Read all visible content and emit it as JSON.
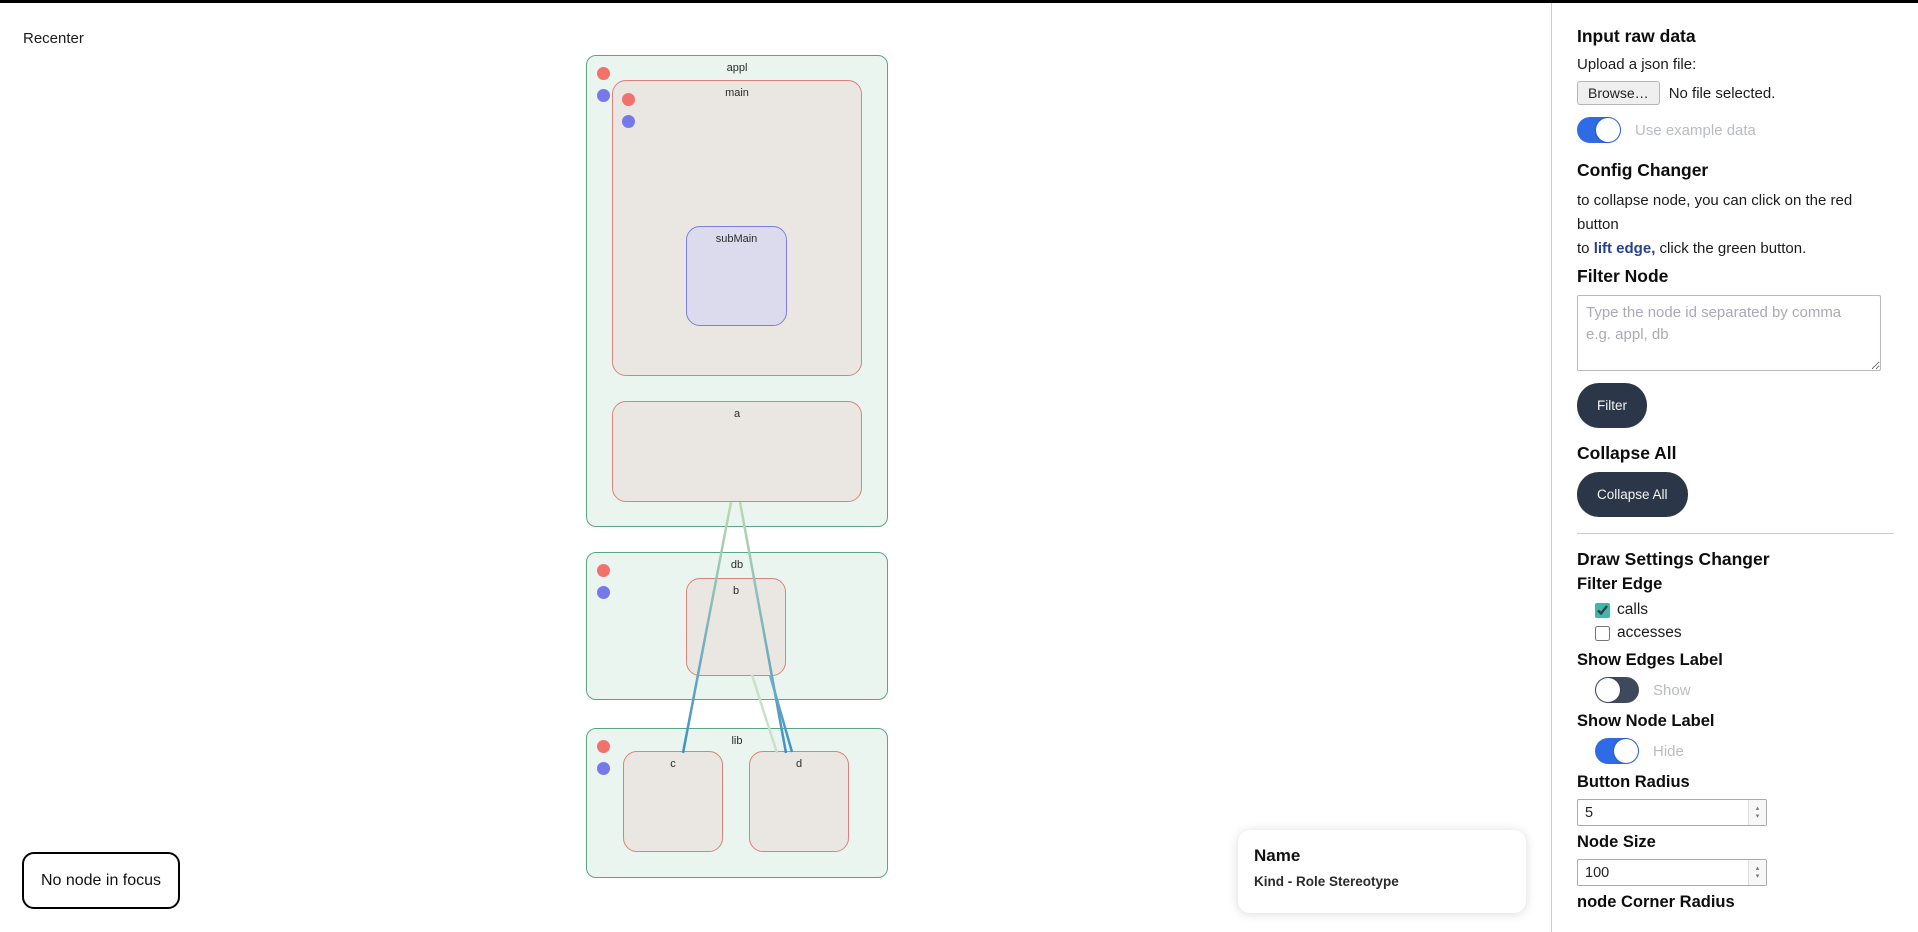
{
  "canvas": {
    "recenter_label": "Recenter",
    "focus_box_text": "No node in focus",
    "tooltip": {
      "name": "Name",
      "subtitle": "Kind - Role Stereotype"
    }
  },
  "graph": {
    "nodes": {
      "appl": {
        "label": "appl"
      },
      "main": {
        "label": "main"
      },
      "subMain": {
        "label": "subMain"
      },
      "a": {
        "label": "a"
      },
      "db": {
        "label": "db"
      },
      "b": {
        "label": "b"
      },
      "lib": {
        "label": "lib"
      },
      "c": {
        "label": "c"
      },
      "d": {
        "label": "d"
      }
    },
    "edges": [
      {
        "from": "subMain",
        "to": "b"
      },
      {
        "from": "a",
        "to": "c"
      },
      {
        "from": "a",
        "to": "d"
      },
      {
        "from": "b",
        "to": "c"
      },
      {
        "from": "b",
        "to": "d"
      }
    ],
    "colors": {
      "container_fill": "#e9f5ee",
      "container_border": "#5ca487",
      "node_fill": "#eae7e2",
      "node_border": "#d9837c",
      "submain_fill": "#dcdaed",
      "submain_border": "#7b7fdd",
      "collapse_dot": "#f3716c",
      "lift_edge_dot": "#7679ea",
      "edge_start": "#bcd9b4",
      "edge_end": "#3e93c7"
    }
  },
  "sidebar": {
    "input_raw_data": {
      "heading": "Input raw data",
      "upload_label": "Upload a json file:",
      "browse_button": "Browse…",
      "file_status": "No file selected.",
      "example_toggle_label": "Use example data",
      "example_toggle_on": true
    },
    "config_changer": {
      "heading": "Config Changer",
      "line1": "to collapse node, you can click on the red button",
      "line2_prefix": "to ",
      "line2_link": "lift edge,",
      "line2_suffix": " click the green button."
    },
    "filter_node": {
      "heading": "Filter Node",
      "textarea_placeholder": "Type the node id separated by comma\ne.g. appl, db",
      "filter_button": "Filter"
    },
    "collapse_all": {
      "heading": "Collapse All",
      "button": "Collapse All"
    },
    "draw_settings": {
      "heading": "Draw Settings Changer",
      "filter_edge_heading": "Filter Edge",
      "checkboxes": [
        {
          "label": "calls",
          "checked": true
        },
        {
          "label": "accesses",
          "checked": false
        }
      ],
      "show_edges_label_heading": "Show Edges Label",
      "show_edges_toggle_label": "Show",
      "show_edges_on": false,
      "show_node_label_heading": "Show Node Label",
      "show_node_toggle_label": "Hide",
      "show_node_on": true,
      "button_radius_heading": "Button Radius",
      "button_radius_value": "5",
      "node_size_heading": "Node Size",
      "node_size_value": "100",
      "node_corner_radius_heading": "node Corner Radius"
    }
  }
}
